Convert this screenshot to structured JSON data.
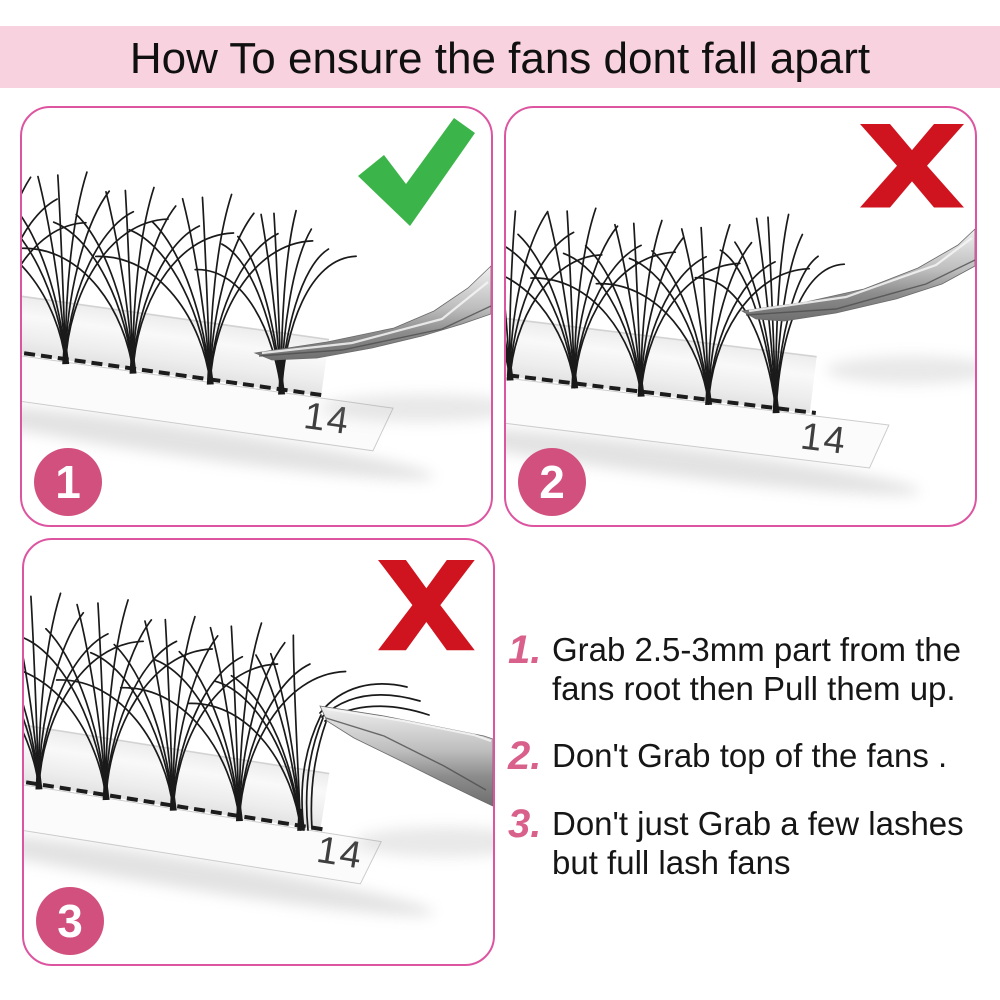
{
  "title": "How To ensure the fans dont fall apart",
  "panels": [
    {
      "badge": "1",
      "mark": "check",
      "strip_label": "14"
    },
    {
      "badge": "2",
      "mark": "cross",
      "strip_label": "14"
    },
    {
      "badge": "3",
      "mark": "cross",
      "strip_label": "14"
    }
  ],
  "instructions": [
    {
      "num": "1.",
      "text": "Grab 2.5-3mm part from the\nfans root then Pull them up."
    },
    {
      "num": "2.",
      "text": "Don't Grab top of the fans ."
    },
    {
      "num": "3.",
      "text": "Don't just Grab a few lashes\nbut full lash fans"
    }
  ],
  "colors": {
    "header_bg": "#f8d2de",
    "panel_border": "#dd55a0",
    "badge_bg": "#d2507e",
    "badge_text": "#ffffff",
    "check_green": "#3bb44a",
    "cross_red": "#d0141f",
    "list_number_pink": "#d8608a",
    "text_black": "#161616",
    "strip_label_gray": "#3f3f3f",
    "lash_black": "#1a1a1a"
  }
}
